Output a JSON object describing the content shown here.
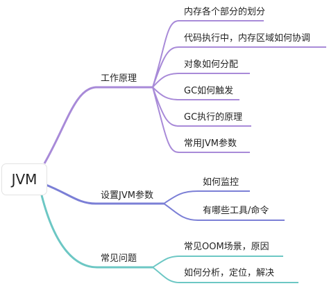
{
  "mindmap": {
    "root": "JVM",
    "colors": {
      "purple": "#a88ad8",
      "indigo": "#7b7fd6",
      "teal": "#6cc7c4"
    },
    "branches": [
      {
        "label": "工作原理",
        "color": "#a88ad8",
        "children": [
          "内存各个部分的划分",
          "代码执行中，内存区域如何协调",
          "对象如何分配",
          "GC如何触发",
          "GC执行的原理",
          "常用JVM参数"
        ]
      },
      {
        "label": "设置JVM参数",
        "color": "#7b7fd6",
        "children": [
          "如何监控",
          "有哪些工具/命令"
        ]
      },
      {
        "label": "常见问题",
        "color": "#6cc7c4",
        "children": [
          "常见OOM场景，原因",
          "如何分析，定位，解决"
        ]
      }
    ]
  }
}
